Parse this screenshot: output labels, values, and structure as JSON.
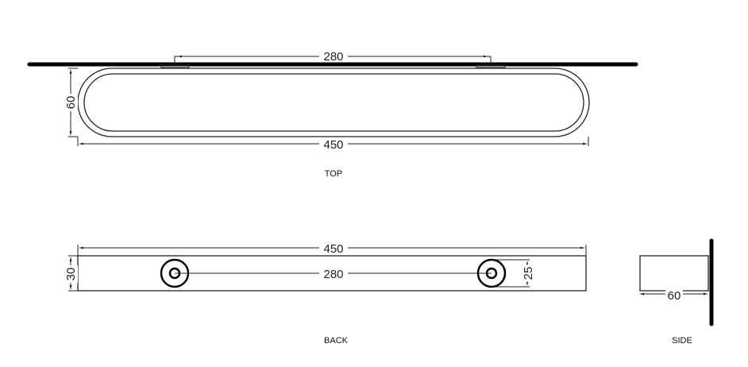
{
  "views": {
    "top": {
      "label": "TOP",
      "dim_bracket_spacing": "280",
      "dim_depth": "60",
      "dim_length": "450"
    },
    "back": {
      "label": "BACK",
      "dim_length": "450",
      "dim_height": "30",
      "dim_bracket_spacing": "280",
      "dim_bracket_diameter": "25"
    },
    "side": {
      "label": "SIDE",
      "dim_depth": "60"
    }
  }
}
